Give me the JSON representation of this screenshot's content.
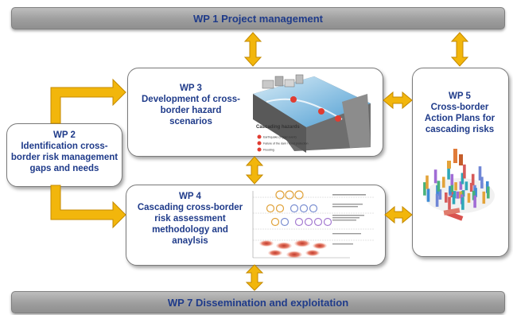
{
  "wp1": {
    "title": "WP 1 Project management"
  },
  "wp2": {
    "number": "WP 2",
    "lines": [
      "Identification cross-",
      "border risk management",
      "gaps and needs"
    ]
  },
  "wp3": {
    "number": "WP 3",
    "lines": [
      "Development of cross-",
      "border hazard",
      "scenarios"
    ]
  },
  "wp4": {
    "number": "WP 4",
    "lines": [
      "Cascading cross-border",
      "risk  assessment",
      "methodology and",
      "anaylsis"
    ]
  },
  "wp5": {
    "number": "WP 5",
    "lines": [
      "Cross-border",
      "Action Plans for",
      "cascading risks"
    ]
  },
  "wp7": {
    "title": "WP 7 Dissemination and exploitation"
  },
  "hazard_image": {
    "heading": "Cascading hazards",
    "legend": [
      "Earthquake (trigger event)",
      "Failure of the dam / flood protection",
      "Flooding"
    ]
  },
  "colors": {
    "title_text": "#1f3b8a",
    "arrow_fill": "#f2b60c",
    "arrow_stroke": "#c48a00",
    "bar_fill": "#a6a6a6"
  }
}
